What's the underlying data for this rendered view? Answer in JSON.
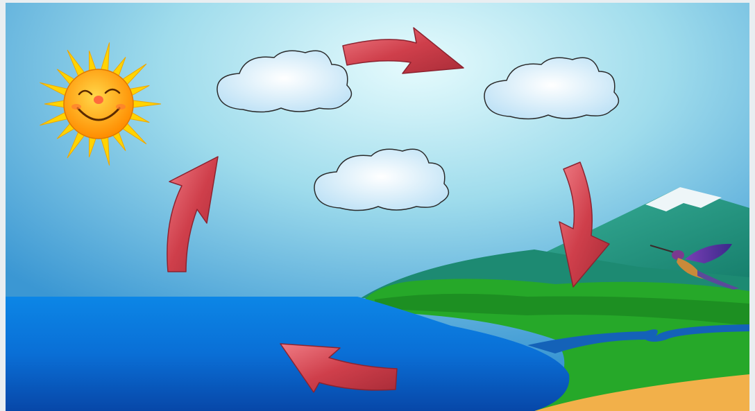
{
  "diagram": {
    "subject": "water-cycle",
    "labels": []
  },
  "colors": {
    "sky_top": "#3a9fd6",
    "sky_glow": "#dff7fb",
    "sea": "#0a7fe0",
    "sea_deep": "#0853b8",
    "grass": "#2bb52b",
    "grass_dark": "#1a8f1a",
    "mountain": "#1f9a82",
    "snow": "#f2f7fa",
    "sand": "#f2b04a",
    "river": "#1565b8",
    "sun_rays": "#ffd400",
    "sun_face": "#ff9a00",
    "cloud_fill": "#dff1fb",
    "cloud_stroke": "#2a2a2a",
    "arrow_fill": "#d1444f",
    "arrow_edge": "#8c2330"
  },
  "icons": {
    "sun": "smiling-sun-icon",
    "bird": "hummingbird-icon"
  },
  "arrows": [
    {
      "id": "evaporation-arrow",
      "direction": "up"
    },
    {
      "id": "condensation-arrow",
      "direction": "right"
    },
    {
      "id": "precipitation-arrow",
      "direction": "down"
    },
    {
      "id": "collection-arrow",
      "direction": "left"
    }
  ]
}
